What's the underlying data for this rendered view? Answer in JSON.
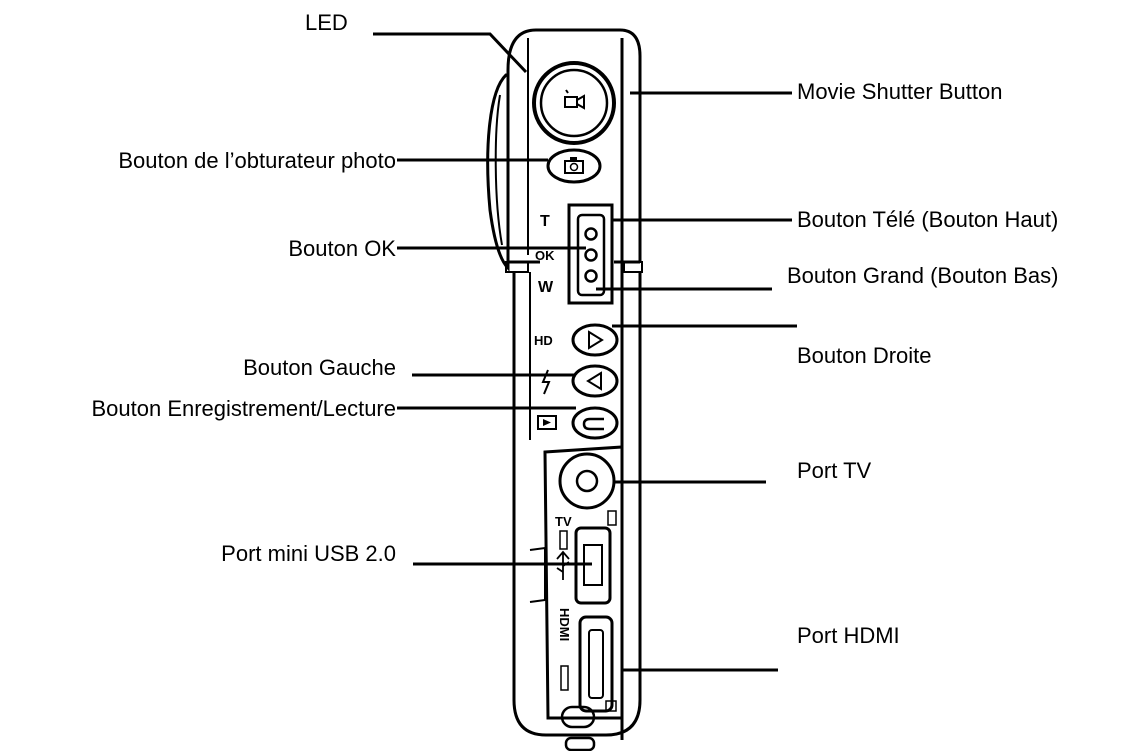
{
  "labels": {
    "led": "LED",
    "movie_shutter": "Movie Shutter Button",
    "photo_shutter": "Bouton de l’obturateur photo",
    "tele": "Bouton Télé (Bouton Haut)",
    "ok": "Bouton OK",
    "wide": "Bouton Grand (Bouton Bas)",
    "right": "Bouton Droite",
    "left": "Bouton Gauche",
    "record_play": "Bouton Enregistrement/Lecture",
    "tv_port": "Port TV",
    "usb_port": "Port mini USB 2.0",
    "hdmi_port": "Port HDMI"
  },
  "device_marks": {
    "t": "T",
    "ok": "OK",
    "w": "W",
    "hd": "HD",
    "tv": "TV",
    "hdmi": "HDMI"
  }
}
